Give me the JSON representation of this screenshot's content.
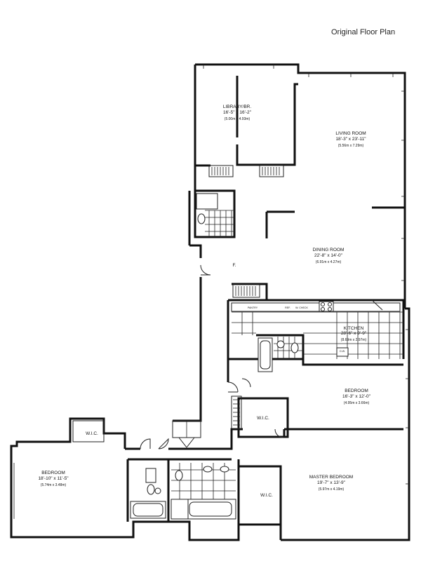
{
  "title": "Original Floor Plan",
  "rooms": {
    "library": {
      "name": "LIBRARY/BR.",
      "dims": "16'-5\" x 16'-2\"",
      "metric": "(5.00m x 4.93m)"
    },
    "living": {
      "name": "LIVING ROOM",
      "dims": "18'-3\" x 23'-11\"",
      "metric": "(5.56m x 7.29m)"
    },
    "dining": {
      "name": "DINING ROOM",
      "dims": "22'-8\" x 14'-0\"",
      "metric": "(6.91m x 4.27m)"
    },
    "kitchen": {
      "name": "KITCHEN",
      "dims": "28'-6\" x 9'-9\"",
      "metric": "(8.69m x 2.97m)"
    },
    "bedroom_east": {
      "name": "BEDROOM",
      "dims": "16'-3\" x 12'-0\"",
      "metric": "(4.95m x 3.66m)"
    },
    "bedroom_west": {
      "name": "BEDROOM",
      "dims": "18'-10\" x 11'-5\"",
      "metric": "(5.74m x 3.48m)"
    },
    "master": {
      "name": "MASTER BEDROOM",
      "dims": "19'-7\" x 13'-9\"",
      "metric": "(5.97m x 4.19m)"
    }
  },
  "labels": {
    "foyer": "F.",
    "wic_center": "W.I.C.",
    "wic_west": "W.I.C.",
    "wic_master": "W.I.C.",
    "pantry": "PANTRY",
    "refrigerator": "REF.",
    "washer_dryer": "W. CHECK",
    "dishwasher": "D.W."
  }
}
